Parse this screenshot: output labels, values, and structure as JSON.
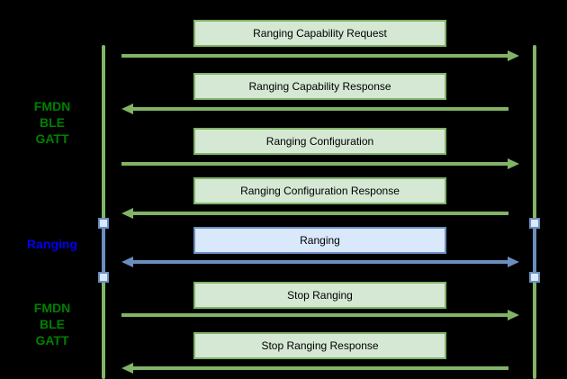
{
  "diagram": {
    "side_labels": [
      {
        "name": "fmdn-ble-gatt-upper",
        "lines": [
          "FMDN",
          "BLE",
          "GATT"
        ],
        "color": "#008000"
      },
      {
        "name": "ranging",
        "lines": [
          "Ranging"
        ],
        "color": "#0000ee"
      },
      {
        "name": "fmdn-ble-gatt-lower",
        "lines": [
          "FMDN",
          "BLE",
          "GATT"
        ],
        "color": "#008000"
      }
    ],
    "messages": [
      {
        "label": "Ranging Capability Request",
        "direction": "right",
        "color_scheme": "green"
      },
      {
        "label": "Ranging Capability Response",
        "direction": "left",
        "color_scheme": "green"
      },
      {
        "label": "Ranging Configuration",
        "direction": "right",
        "color_scheme": "green"
      },
      {
        "label": "Ranging Configuration Response",
        "direction": "left",
        "color_scheme": "green"
      },
      {
        "label": "Ranging",
        "direction": "both",
        "color_scheme": "blue"
      },
      {
        "label": "Stop Ranging",
        "direction": "right",
        "color_scheme": "green"
      },
      {
        "label": "Stop Ranging Response",
        "direction": "left",
        "color_scheme": "green"
      }
    ],
    "colors": {
      "background": "#000000",
      "green_box_fill": "#d5e8d4",
      "green_box_border": "#82b366",
      "green_arrow": "#82b366",
      "blue_box_fill": "#dae8fc",
      "blue_box_border": "#6c8ebf",
      "blue_arrow": "#6c8ebf",
      "label_green_text": "#008000",
      "label_blue_text": "#0000ee",
      "box_text": "#000000"
    }
  }
}
